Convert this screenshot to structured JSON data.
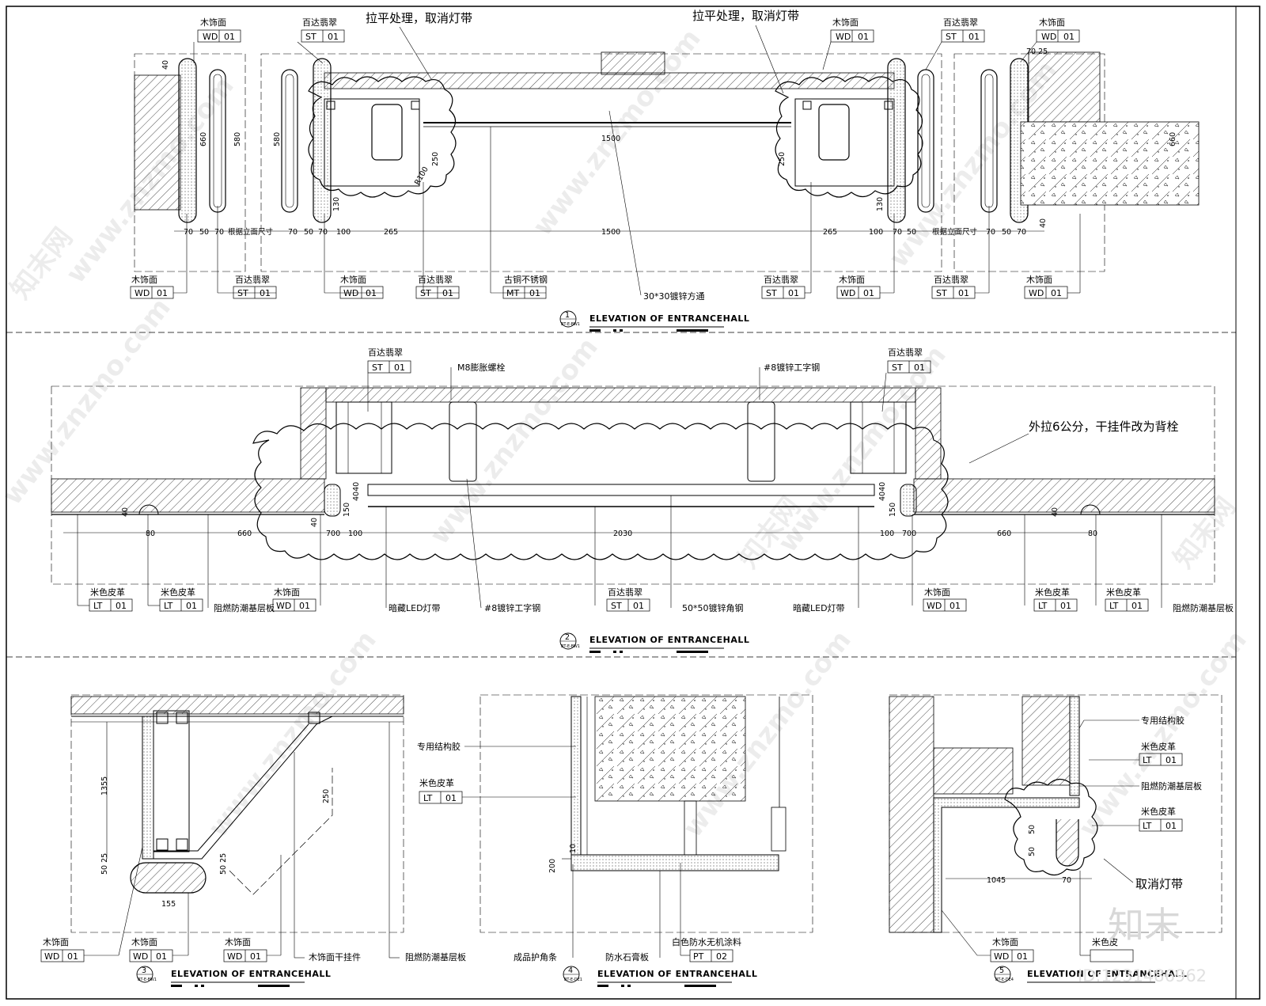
{
  "codes": {
    "wd": "WD",
    "st": "ST",
    "mt": "MT",
    "lt": "LT",
    "pt": "PT",
    "n01": "01",
    "n02": "02"
  },
  "materials": {
    "wood": "木饰面",
    "jade": "百达翡翠",
    "bronze": "古铜不锈钢",
    "leather": "米色皮革",
    "leather_cut": "米色皮",
    "board": "阻燃防潮基层板",
    "led": "暗藏LED灯带",
    "ibeam": "#8镀锌工字钢",
    "angle": "50*50镀锌角钢",
    "tube": "30*30镀锌方通",
    "bolt": "M8膨胀螺栓",
    "glue": "专用结构胶",
    "hanger": "木饰面干挂件",
    "corner": "成品护角条",
    "gypsum": "防水石膏板",
    "paint": "白色防水无机涂料"
  },
  "notes": {
    "flatten": "拉平处理，取消灯带",
    "pullout": "外拉6公分，干挂件改为背栓",
    "cancel_light": "取消灯带",
    "per_elev": "根据立面尺寸"
  },
  "dims": {
    "d40": "40",
    "d70": "70",
    "d70_25": "70 25",
    "d50": "50",
    "d100": "100",
    "d265": "265",
    "d1500": "1500",
    "d660": "660",
    "d580": "580",
    "d130": "130",
    "d250": "250",
    "r100": "R100",
    "d80": "80",
    "d2030": "2030",
    "d150": "150",
    "d700": "700",
    "d1355": "1355",
    "d155": "155",
    "d50_25": "50 25",
    "d200": "200",
    "d10": "10",
    "d1045": "1045",
    "d4040": "4040"
  },
  "titles": {
    "elevation": "ELEVATION OF ENTRANCEHALL",
    "e1": "1",
    "e2": "2",
    "e3": "3",
    "e4": "4",
    "e5": "5",
    "ref": "BT-E-BW1",
    "ref3": "BT-E-BW1",
    "ref4": "BT-E-DE1",
    "ref5": "BT-E-DE4"
  },
  "watermark": {
    "site": "www.znzmo.com",
    "brand": "知末网",
    "logo": "知末",
    "id": "ID:1231486962"
  },
  "colors": {
    "line": "#000000",
    "watermark": "#000000",
    "logo": "#d0d0d0"
  }
}
